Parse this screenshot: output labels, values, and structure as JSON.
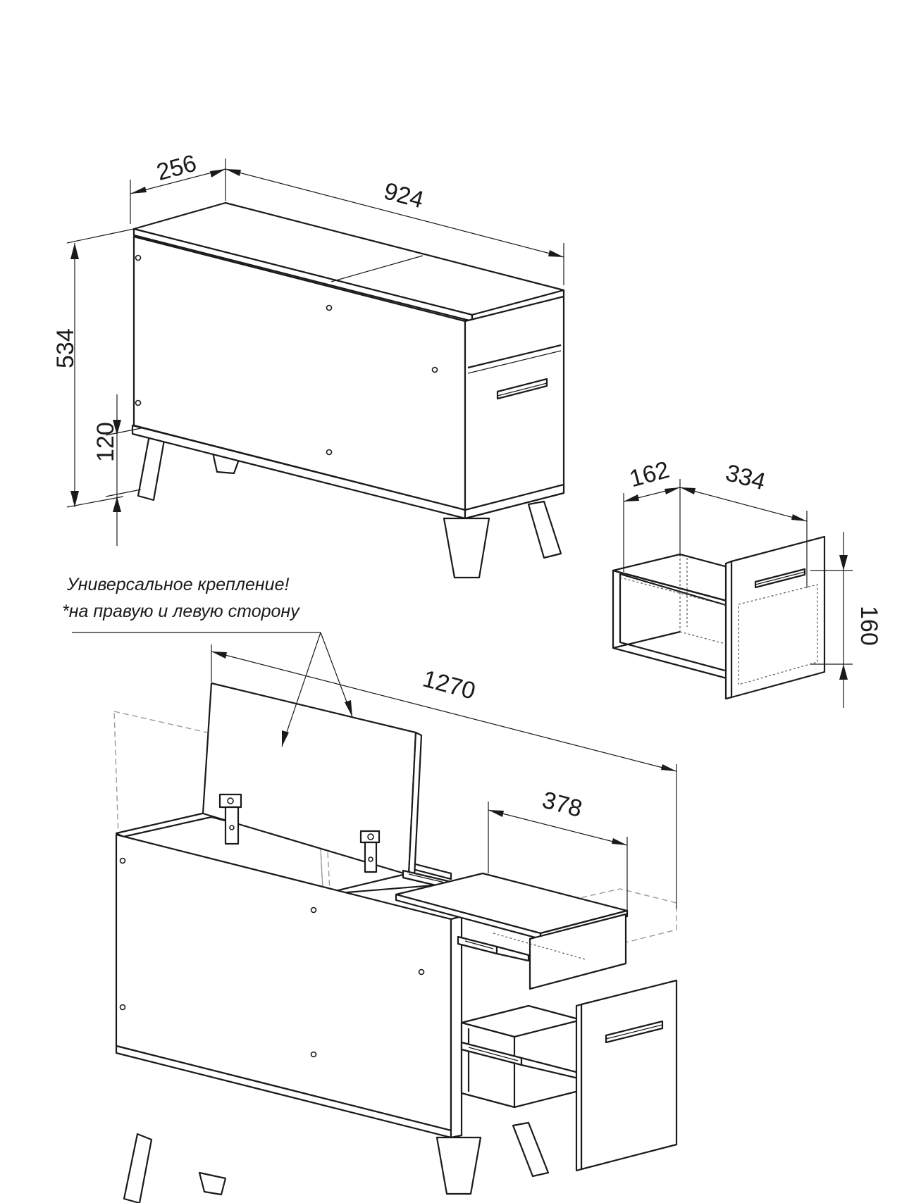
{
  "dimensions": {
    "depth": "256",
    "width": "924",
    "height": "534",
    "leg_height": "120",
    "drawer_depth": "162",
    "drawer_width": "334",
    "drawer_height": "160",
    "open_width": "1270",
    "open_drawer": "378"
  },
  "note": {
    "line1": "Универсальное крепление!",
    "line2": "*на правую и левую сторону"
  },
  "colors": {
    "line": "#1a1a1a",
    "ghost": "#9a9a9a",
    "background": "#ffffff"
  }
}
